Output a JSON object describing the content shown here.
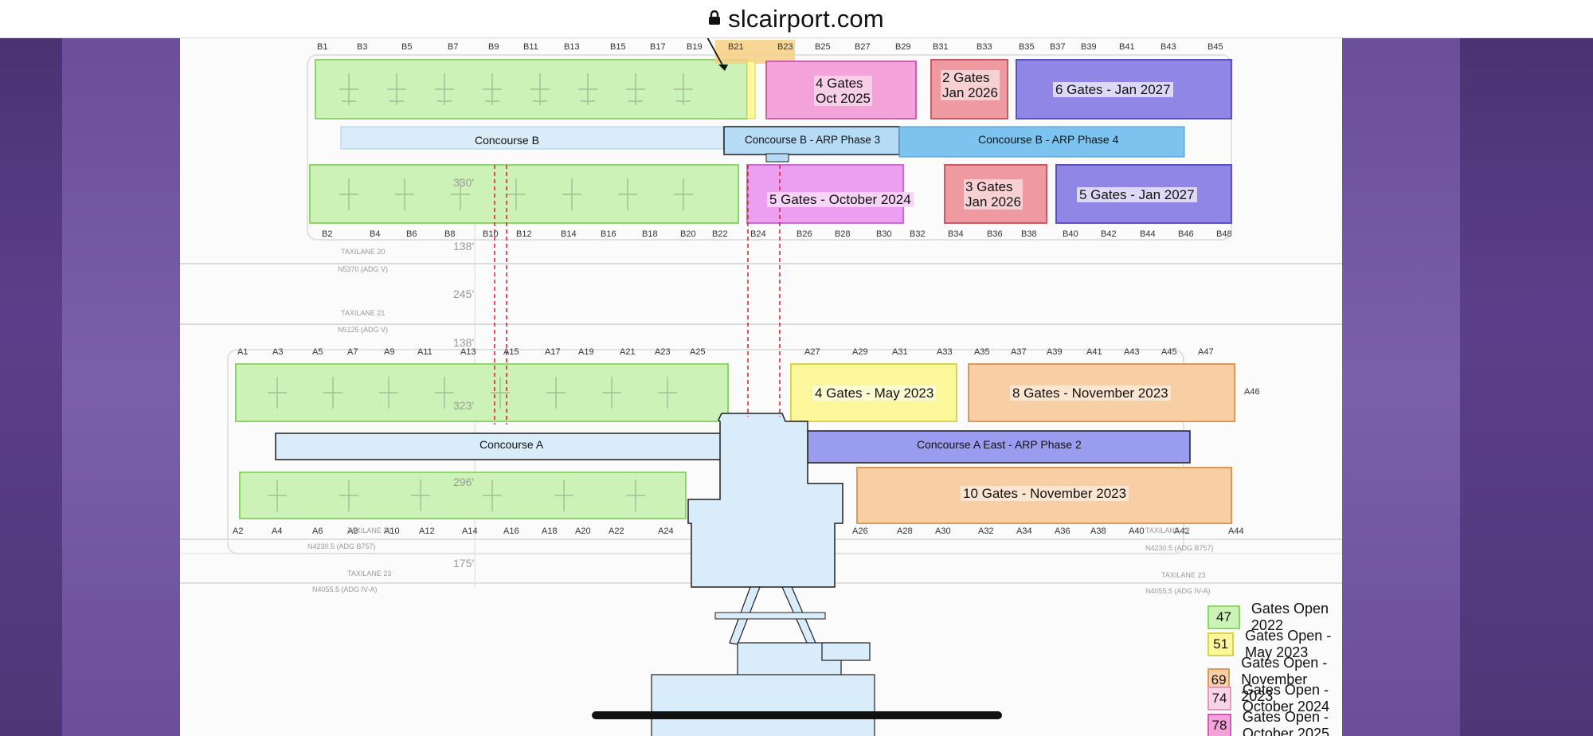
{
  "browser": {
    "url": "slcairport.com",
    "lock_icon": "lock-icon"
  },
  "colors": {
    "green": "#cdf2b8",
    "yellow": "#fbf79a",
    "orange": "#f8cfa4",
    "light_pink": "#f9d3e6",
    "pink": "#f3a3d9",
    "magenta": "#ec9ef0",
    "red": "#ee9aa0",
    "purple": "#8f86e6",
    "concourse": "#d9ecf9",
    "concourse_b_phase4": "#7cc3f0",
    "concourse_a_phase2": "#9a9cf0",
    "background_purple": "#5b3f8a"
  },
  "concourses": {
    "b": "Concourse B",
    "b_phase3": "Concourse B - ARP Phase 3",
    "b_phase4": "Concourse B - ARP Phase 4",
    "a": "Concourse A",
    "a_east_phase2": "Concourse A East - ARP Phase 2"
  },
  "blocks": {
    "b_4gates": [
      "4 Gates",
      "Oct 2025"
    ],
    "b_2gates": [
      "2 Gates",
      "Jan 2026"
    ],
    "b_6gates": "6 Gates - Jan 2027",
    "b_5gates_oct2024": "5 Gates - October 2024",
    "b_3gates": [
      "3 Gates",
      "Jan 2026"
    ],
    "b_5gates_jan2027": "5 Gates - Jan 2027",
    "a_4gates": "4 Gates - May 2023",
    "a_8gates": "8 Gates - November 2023",
    "a_10gates": "10 Gates - November 2023"
  },
  "gates": {
    "b_top": [
      "B1",
      "B3",
      "B5",
      "B7",
      "B9",
      "B11",
      "B13",
      "B15",
      "B17",
      "B19",
      "B21",
      "B23",
      "B25",
      "B27",
      "B29",
      "B31",
      "B33",
      "B35",
      "B37",
      "B39",
      "B41",
      "B43",
      "B45"
    ],
    "b_bottom": [
      "B2",
      "B4",
      "B6",
      "B8",
      "B10",
      "B12",
      "B14",
      "B16",
      "B18",
      "B20",
      "B22",
      "B24",
      "B26",
      "B28",
      "B30",
      "B32",
      "B34",
      "B36",
      "B38",
      "B40",
      "B42",
      "B44",
      "B46",
      "B48"
    ],
    "a_top": [
      "A1",
      "A3",
      "A5",
      "A7",
      "A9",
      "A11",
      "A13",
      "A15",
      "A17",
      "A19",
      "A21",
      "A23",
      "A25",
      "A27",
      "A29",
      "A31",
      "A33",
      "A35",
      "A37",
      "A39",
      "A41",
      "A43",
      "A45",
      "A47"
    ],
    "a_bottom": [
      "A2",
      "A4",
      "A6",
      "A8",
      "A10",
      "A12",
      "A14",
      "A16",
      "A18",
      "A20",
      "A22",
      "A24",
      "A26",
      "A28",
      "A30",
      "A32",
      "A34",
      "A36",
      "A38",
      "A40",
      "A42",
      "A44"
    ],
    "a46": "A46"
  },
  "taxilanes": {
    "t20": "TAXILANE 20",
    "t20_spec": "N5370 (ADG V)",
    "t21": "TAXILANE 21",
    "t21_spec": "N5125 (ADG V)",
    "t22": "TAXILANE 22",
    "t22_spec": "N4230.5 (ADG B757)",
    "t23": "TAXILANE 23",
    "t23_spec": "N4055.5 (ADG IV-A)",
    "t22_right_spec": "N4230.5 (ADG B757)",
    "t23_right_spec": "N4055.5 (ADG IV-A)"
  },
  "dimensions": [
    "330'",
    "138'",
    "245'",
    "138'",
    "323'",
    "296'",
    "175'"
  ],
  "legend": [
    {
      "count": "47",
      "label": "Gates Open 2022",
      "color": "#cdf2b8",
      "border": "#8fd46b"
    },
    {
      "count": "51",
      "label": "Gates Open - May 2023",
      "color": "#fbf79a",
      "border": "#d8d34c"
    },
    {
      "count": "69",
      "label": "Gates Open - November 2023",
      "color": "#f8cfa4",
      "border": "#d99b5a"
    },
    {
      "count": "74",
      "label": "Gates Open - October 2024",
      "color": "#f9d3e6",
      "border": "#e099bd"
    },
    {
      "count": "78",
      "label": "Gates Open - October 2025",
      "color": "#f3a3d9",
      "border": "#cf5fb3"
    }
  ]
}
